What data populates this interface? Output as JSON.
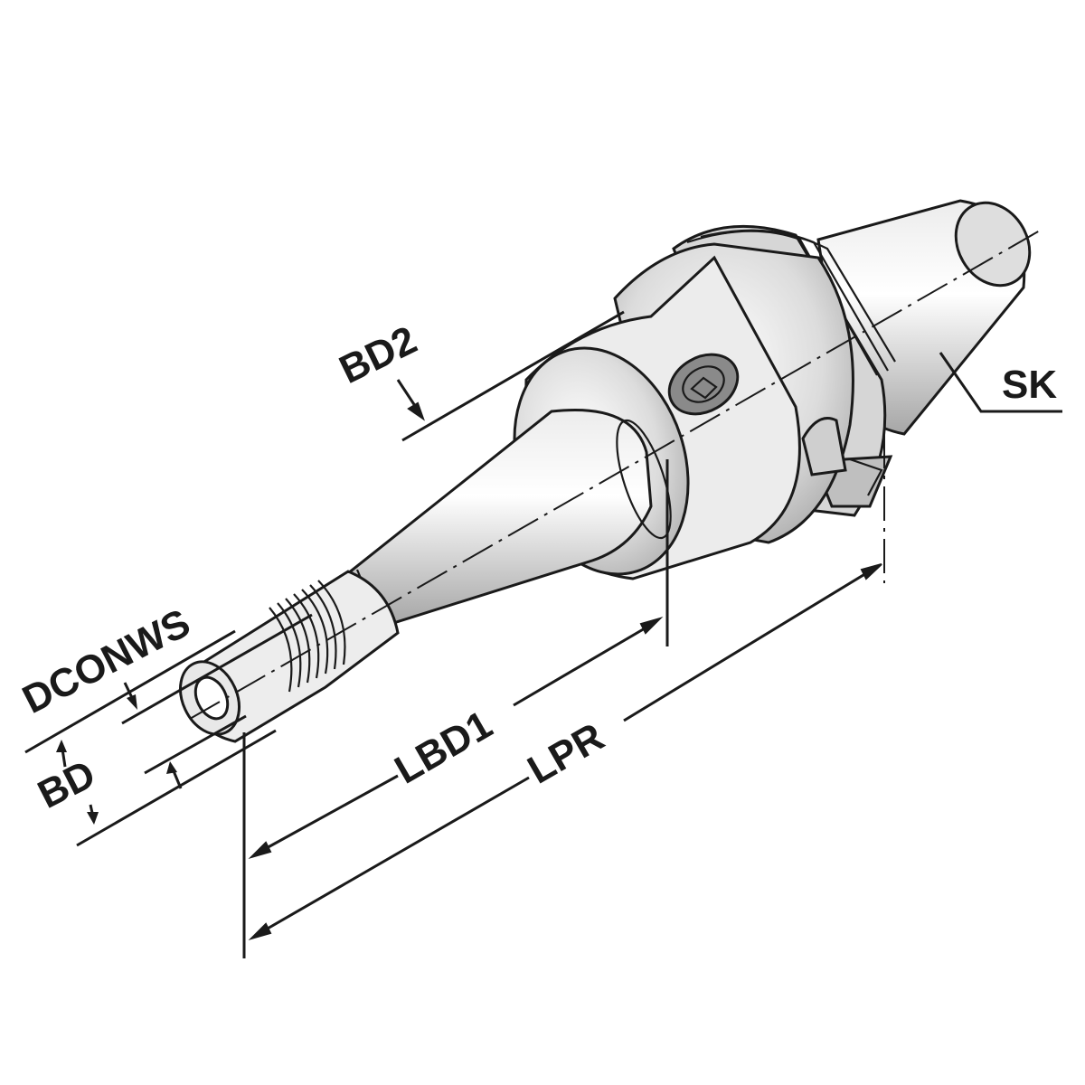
{
  "labels": {
    "bd2": "BD2",
    "sk": "SK",
    "dconws": "DCONWS",
    "bd": "BD",
    "lbd1": "LBD1",
    "lpr": "LPR"
  },
  "colors": {
    "ink": "#1a1a1a",
    "metal_light": "#f4f4f4",
    "metal_mid": "#c9c9c9",
    "metal_dark": "#8e8e8e"
  }
}
